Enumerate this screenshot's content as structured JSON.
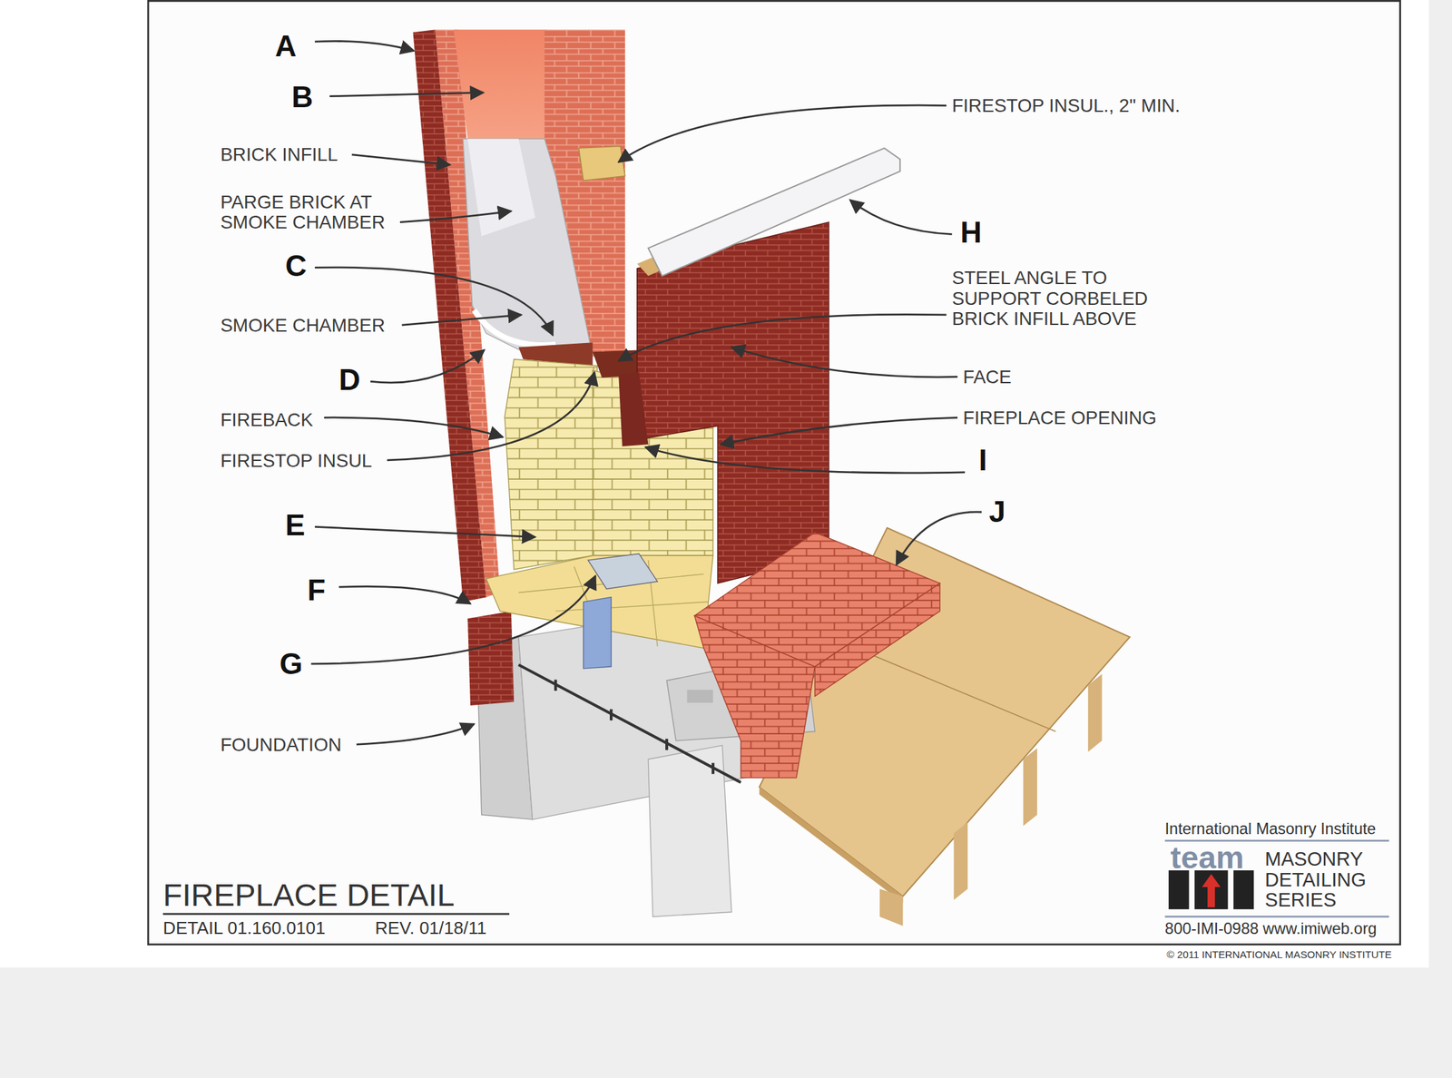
{
  "diagram": {
    "title": "FIREPLACE DETAIL",
    "labels": [
      "A",
      "B",
      "BRICK INFILL",
      "PARGE BRICK AT SMOKE CHAMBER",
      "C",
      "SMOKE CHAMBER",
      "D",
      "FIREBACK",
      "FIRESTOP INSUL",
      "E",
      "F",
      "G",
      "FOUNDATION",
      "FIRESTOP INSUL., 2\" MIN.",
      "H",
      "STEEL ANGLE TO SUPPORT CORBELED BRICK INFILL ABOVE",
      "FACE",
      "FIREPLACE OPENING",
      "I",
      "J",
      "DETAIL 01.160.0101",
      "REV. 01/18/11",
      "International Masonry Institute",
      "team",
      "MASONRY DETAILING SERIES",
      "800-IMI-0988 www.imiweb.org",
      "© 2011 INTERNATIONAL MASONRY INSTITUTE"
    ]
  }
}
